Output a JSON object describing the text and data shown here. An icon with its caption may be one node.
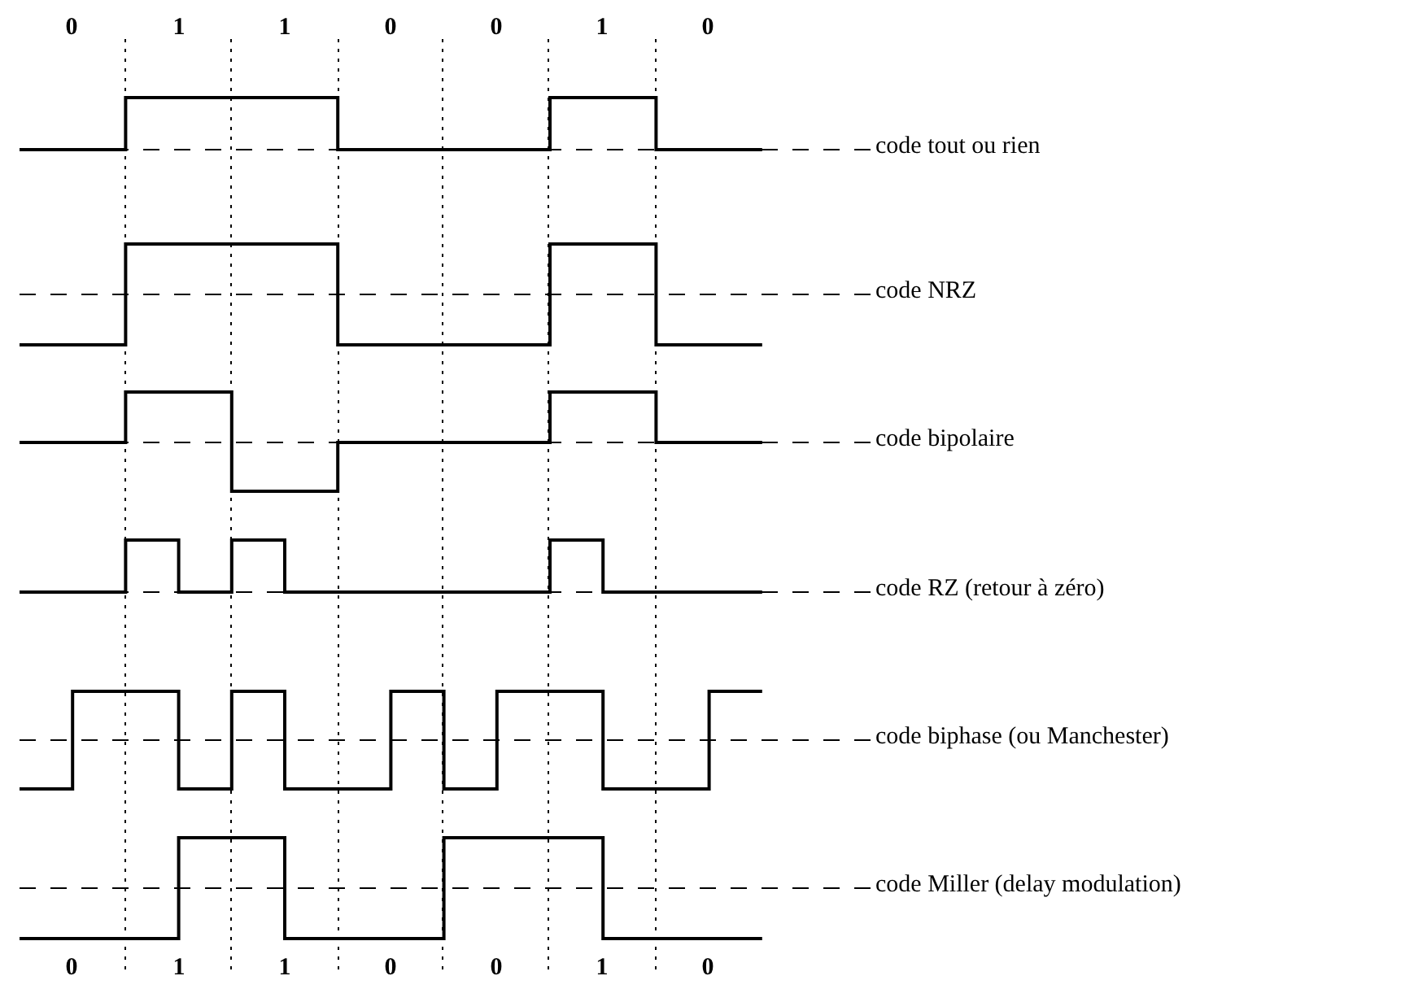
{
  "diagram": {
    "labels": [
      "0",
      "1",
      "1",
      "0",
      "0",
      "1",
      "0",
      "code tout ou rien",
      "code NRZ",
      "code bipolaire",
      "code RZ (retour à zéro)",
      "code biphase (ou Manchester)",
      "code Miller (delay modulation)",
      "0",
      "1",
      "1",
      "0",
      "0",
      "1",
      "0"
    ]
  }
}
